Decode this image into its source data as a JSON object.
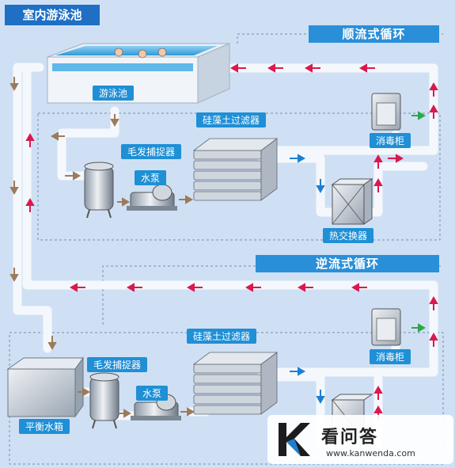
{
  "title": "室内游泳池",
  "sections": {
    "forward": "顺流式循环",
    "reverse": "逆流式循环"
  },
  "labels": {
    "pool": "游泳池",
    "filter_top": "硅藻土过滤器",
    "hair_top": "毛发捕捉器",
    "pump_top": "水泵",
    "disinfect_top": "消毒柜",
    "heat_top": "热交换器",
    "filter_bottom": "硅藻土过滤器",
    "hair_bottom": "毛发捕捉器",
    "pump_bottom": "水泵",
    "disinfect_bottom": "消毒柜",
    "balance_tank": "平衡水箱"
  },
  "watermark": {
    "name": "看问答",
    "url": "www.kanwenda.com"
  },
  "colors": {
    "background": "#cfe0f4",
    "pipe": "#f4f8fc",
    "label_bg": "#1f8fd6",
    "arrow_red": "#d9194f",
    "arrow_brown": "#9b7b5a",
    "arrow_blue": "#1e7fd2",
    "arrow_green": "#2fa64a"
  }
}
